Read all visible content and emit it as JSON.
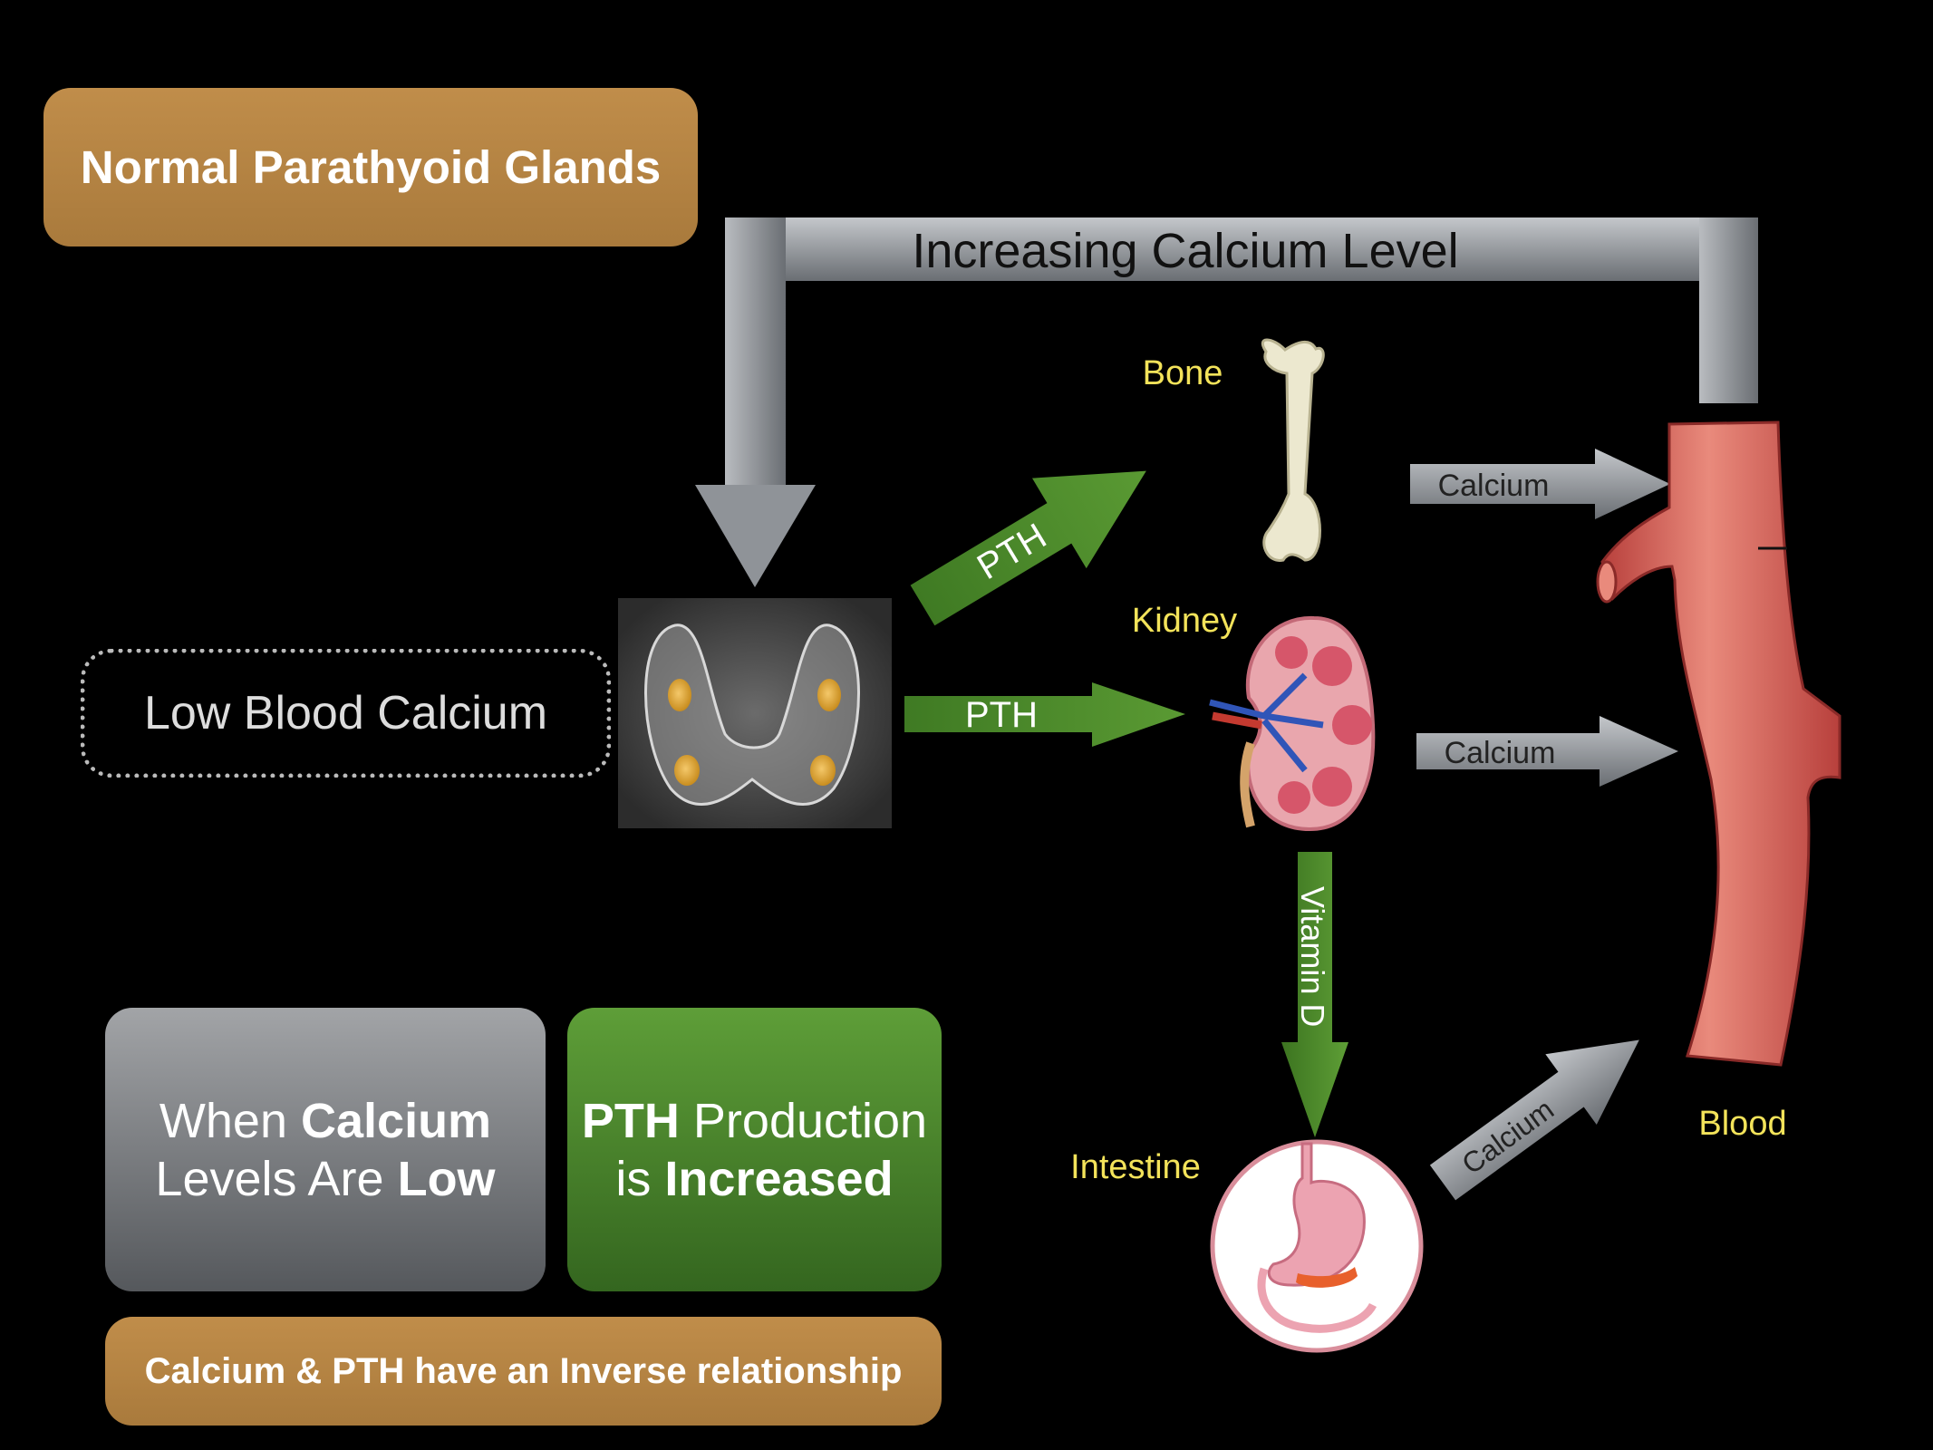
{
  "title": "Normal Parathyoid Glands",
  "low_blood_calcium": "Low Blood Calcium",
  "feedback_arrow_label": "Increasing Calcium Level",
  "organs": {
    "bone": "Bone",
    "kidney": "Kidney",
    "intestine": "Intestine",
    "blood": "Blood"
  },
  "arrows": {
    "pth_to_bone": "PTH",
    "pth_to_kidney": "PTH",
    "vitamin_d": "Vitamin D",
    "bone_calcium": "Calcium",
    "kidney_calcium": "Calcium",
    "intestine_calcium": "Calcium"
  },
  "summary": {
    "when": "When ",
    "calcium": "Calcium",
    "levels_are": "Levels Are ",
    "low": "Low",
    "pth": "PTH",
    "production": " Production",
    "is": "is ",
    "increased": "Increased"
  },
  "footer": "Calcium & PTH have an Inverse relationship",
  "colors": {
    "label_yellow": "#f3e35a",
    "gold_box": "#b5843f",
    "green_arrow": "#4f8a2a",
    "gray_arrow": "#8d9196"
  }
}
